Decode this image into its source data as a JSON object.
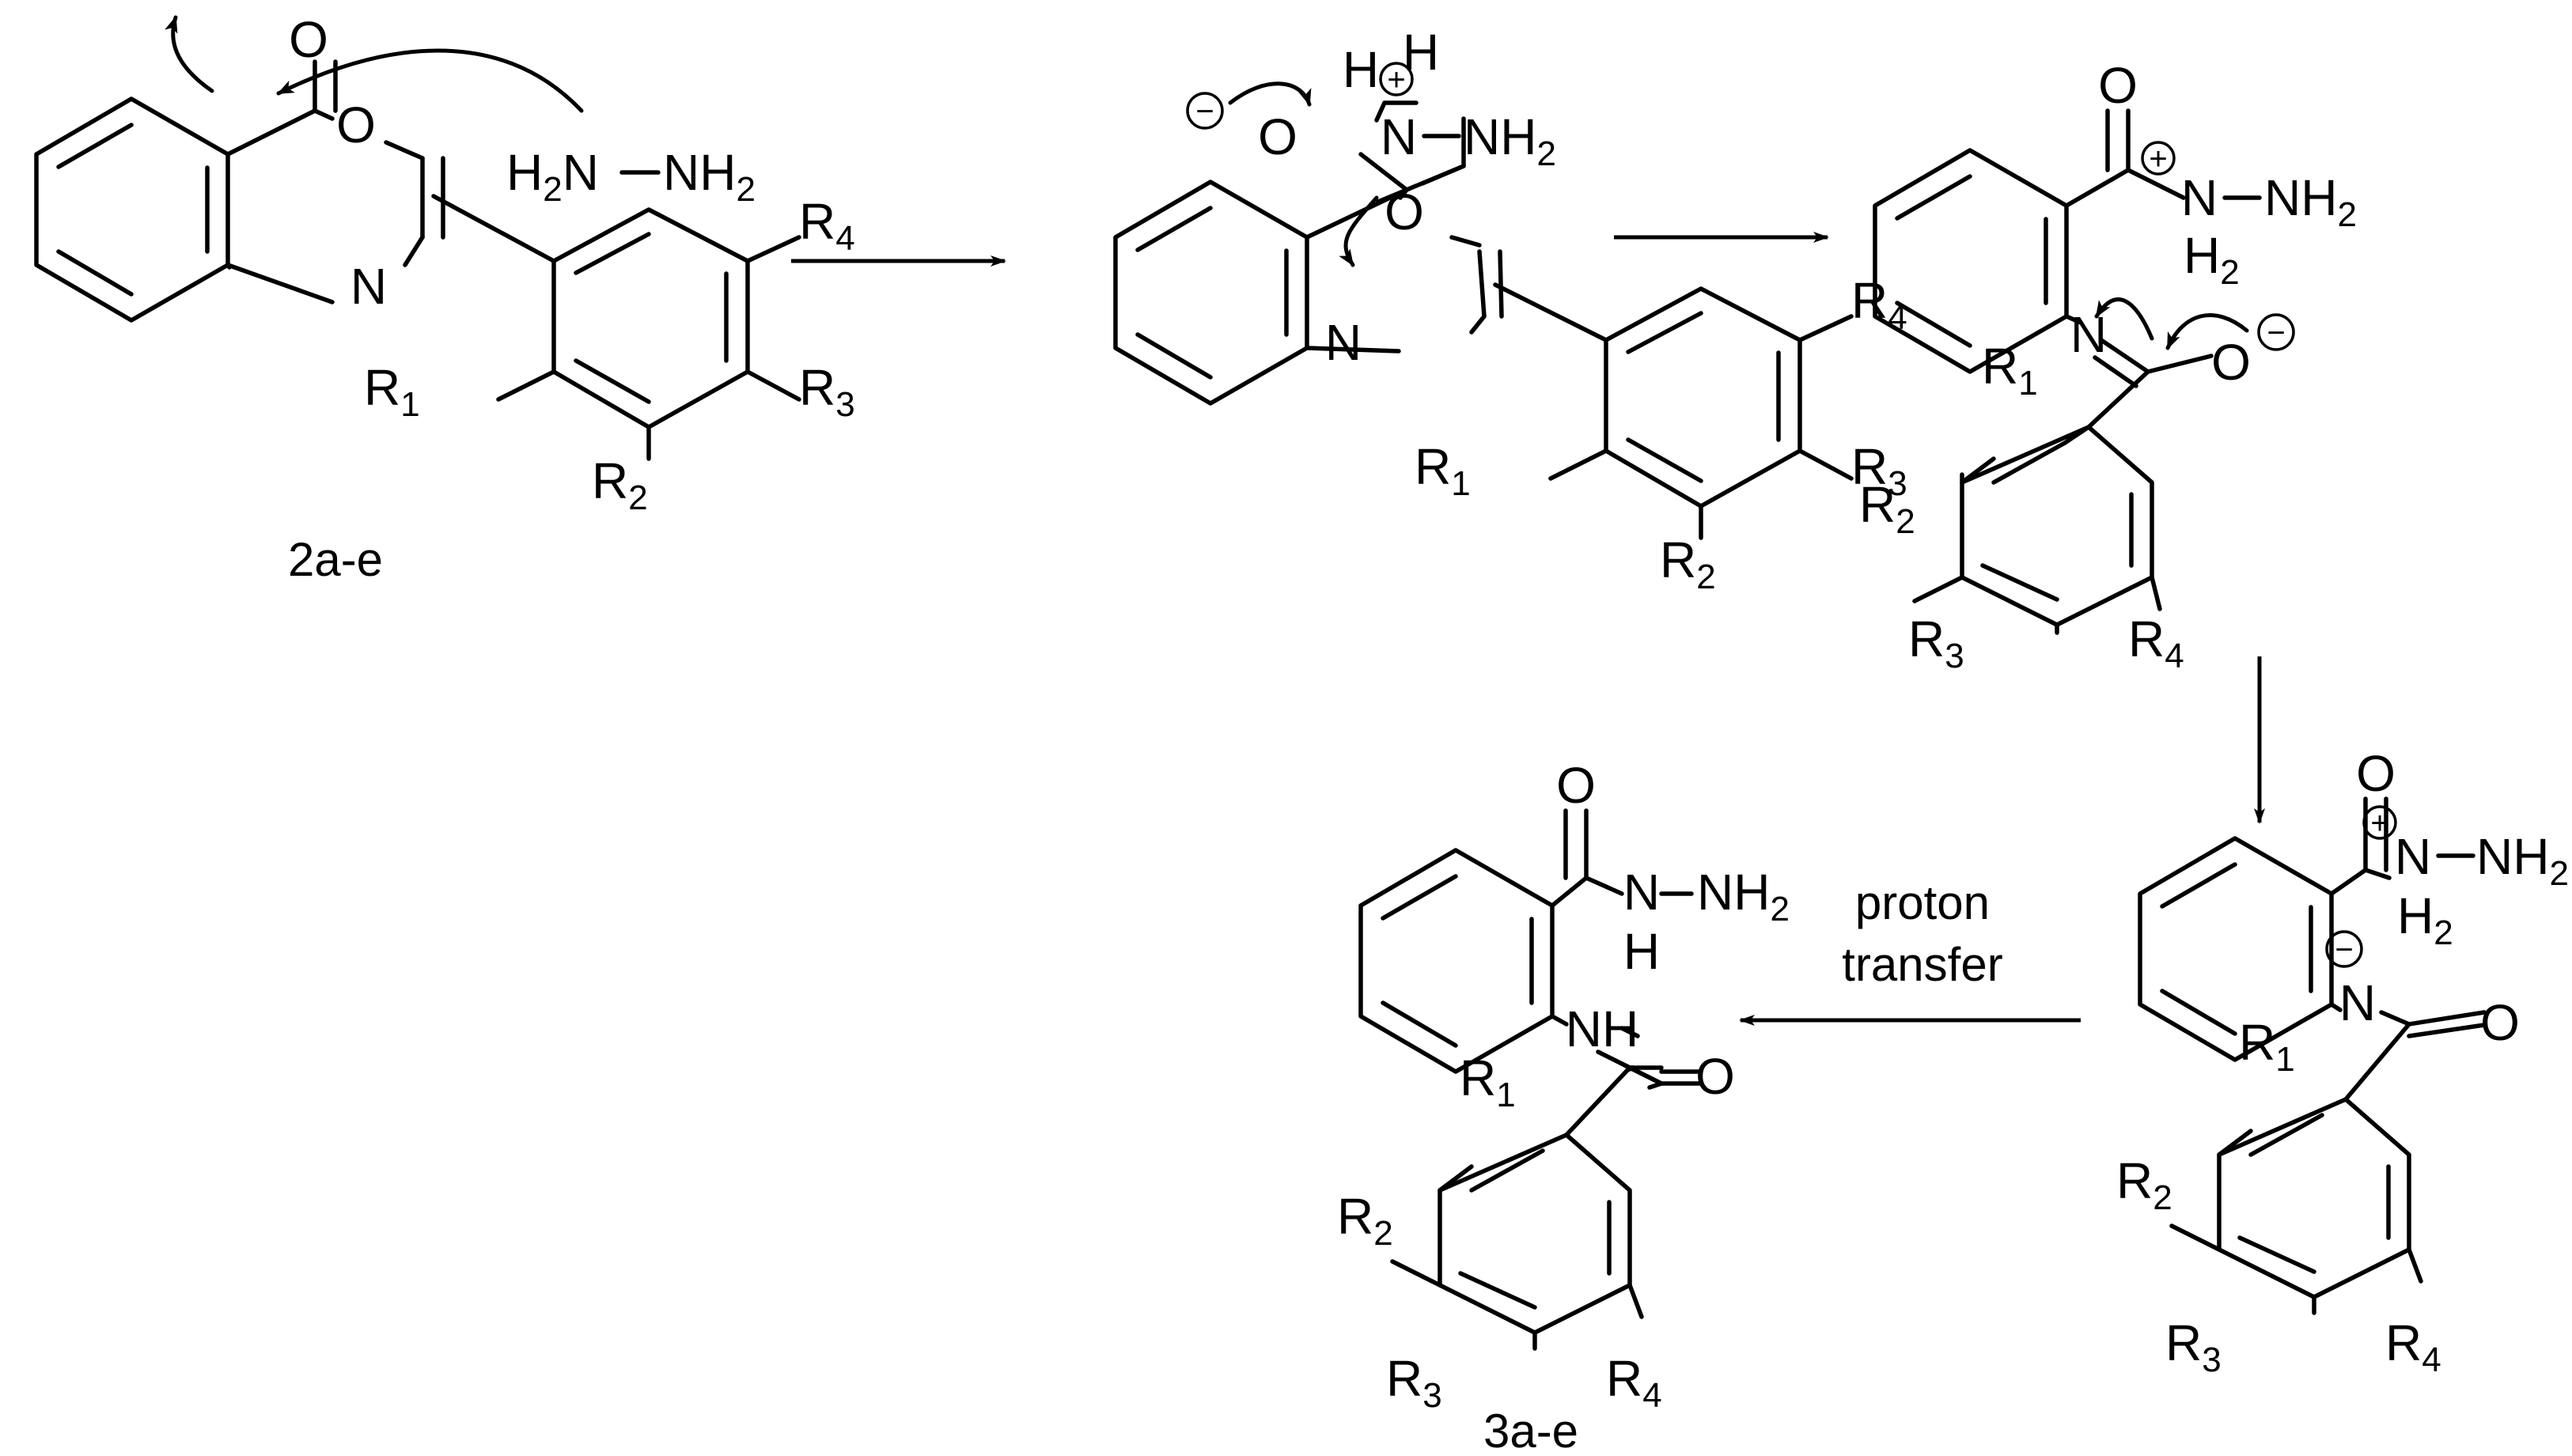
{
  "colors": {
    "ink": "#000000",
    "background": "#ffffff"
  },
  "compounds": {
    "start": {
      "label": "2a-e"
    },
    "product": {
      "label": "3a-e"
    }
  },
  "reagent": {
    "text": "H2N–NH2"
  },
  "conditions": {
    "line1": "proton",
    "line2": "transfer"
  },
  "atoms": {
    "O": "O",
    "N": "N",
    "H": "H",
    "NH": "NH",
    "NH2": "NH",
    "two": "2",
    "R": "R",
    "r1": "1",
    "r2": "2",
    "r3": "3",
    "r4": "4"
  },
  "charges": {
    "plus": "+",
    "minus": "−"
  }
}
